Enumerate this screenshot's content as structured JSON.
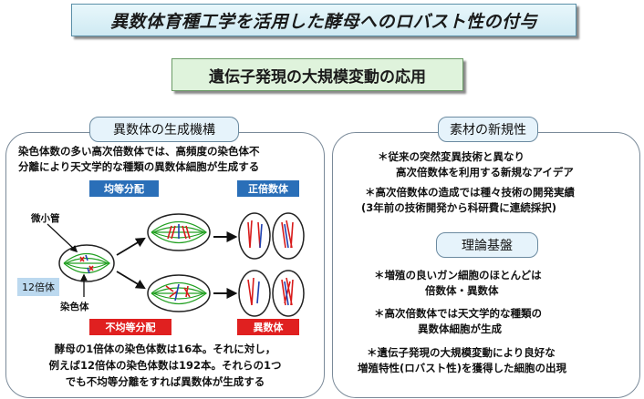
{
  "title": "異数体育種工学を活用した酵母へのロバスト性の付与",
  "subtitle": "遺伝子発現の大規模変動の応用",
  "left_panel": {
    "header": "異数体の生成機構",
    "intro_line1": "染色体数の多い高次倍数体では、高頻度の染色体不",
    "intro_line2": "分離により天文学的な種類の異数体細胞が生成する",
    "label_equal": "均等分配",
    "label_euploid": "正倍数体",
    "label_unequal": "不均等分配",
    "label_aneuploid": "異数体",
    "label_microtubule": "微小管",
    "label_chromosome": "染色体",
    "label_ploidy": "12倍体",
    "footer_line1": "酵母の1倍体の染色体数は16本。それに対し，",
    "footer_line2": "例えば12倍体の染色体数は192本。それらの1つ",
    "footer_line3": "でも不均等分離をすれば異数体が生成する"
  },
  "right_panel": {
    "header": "素材の新規性",
    "novelty1_line1": "＊従来の突然変異技術と異なり",
    "novelty1_line2": "高次倍数体を利用する新規なアイデア",
    "novelty2_line1": "＊高次倍数体の造成では種々技術の開発実績",
    "novelty2_line2": "(3年前の技術開発から科研費に連続採択)",
    "theory_header": "理論基盤",
    "theory1_line1": "＊増殖の良いガン細胞のほとんどは",
    "theory1_line2": "倍数体・異数体",
    "theory2_line1": "＊高次倍数体では天文学的な種類の",
    "theory2_line2": "異数体細胞が生成",
    "theory3_line1": "＊遺伝子発現の大規模変動により良好な",
    "theory3_line2": "増殖特性(ロバスト性)を獲得した細胞の出現"
  },
  "colors": {
    "blue_label": "#2a6fb8",
    "red_label": "#e02020",
    "spindle_green": "#22a022",
    "chromosome_red": "#d81b1b",
    "chromosome_blue": "#2040b0"
  }
}
